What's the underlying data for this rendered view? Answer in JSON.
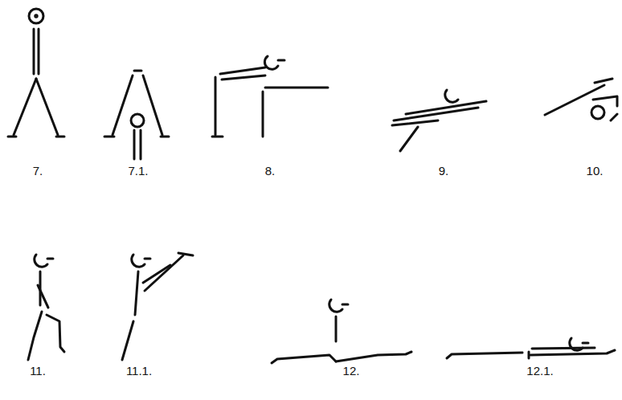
{
  "diagram": {
    "labels": [
      "7.",
      "7.1.",
      "8.",
      "9.",
      "10.",
      "11.",
      "11.1.",
      "12.",
      "12.1."
    ]
  }
}
